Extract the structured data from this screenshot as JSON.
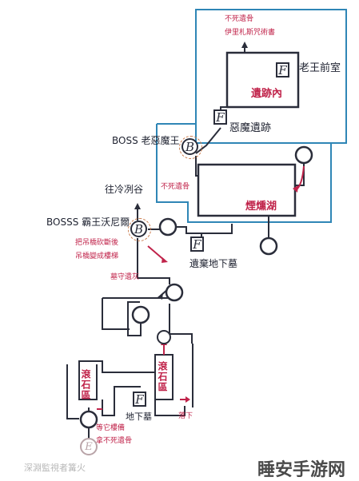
{
  "labels": {
    "no_undead_bone_1": "不死遺骨",
    "ithrilit_skull": "伊里札斯咒術書",
    "old_king_antechamber": "老王前室",
    "ruins_inner": "遺跡內",
    "demon_ruins": "惡魔遺跡",
    "boss_old_demon_king": "BOSS 老惡魔王",
    "no_undead_bone_2": "不死遺骨",
    "smouldering_lake": "煙燻湖",
    "to_cold_valley": "往冷冽谷",
    "boss_havel": "BOSSS 霸王沃尼爾",
    "bridge_line_1": "把吊橋砍斷後",
    "bridge_line_2": "吊橋變成樓梯",
    "catacombs_exit": "遺棄地下墓",
    "keeper_ashes": "墓守遺灰",
    "rolling_stone_1": "滾石區",
    "rolling_stone_2": "滾石區",
    "underground_tomb": "地下墓",
    "drop_down": "落下",
    "other_stairs": "等它樓備",
    "take_bone": "拿不死遺骨",
    "watermark_bottom_left": "深淵監視者篝火",
    "watermark_bottom_right": "睡安手游网"
  },
  "icons": {
    "f_antechamber": "F",
    "f_demon_ruins": "F",
    "f_catacombs": "F",
    "f_underground": "F",
    "b_demon_king": "B",
    "b_havel": "B",
    "e_bonfire": "E"
  },
  "colors": {
    "line": "#2a2d3a",
    "accent_red": "#c0234a",
    "region_blue": "#2f86b6",
    "arrow_red": "#c0234a"
  }
}
